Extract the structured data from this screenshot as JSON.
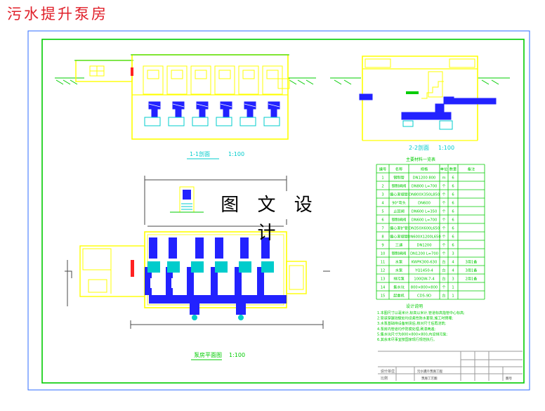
{
  "title": "污水提升泵房",
  "watermark": "图 文 设 计",
  "views": {
    "section_1": {
      "caption": "1-1剖面",
      "scale": "1:100"
    },
    "section_2": {
      "caption": "2-2剖面",
      "scale": "1:100"
    },
    "plan": {
      "caption": "泵房平面图",
      "scale": "1:100"
    }
  },
  "equipment_table": {
    "title": "主要材料一览表",
    "headers": [
      "编号",
      "名称",
      "规格",
      "单位",
      "数量",
      "备注"
    ],
    "rows": [
      [
        "1",
        "钢制管",
        "DN1200 800",
        "m",
        "6",
        ""
      ],
      [
        "2",
        "钢制闸阀",
        "DN800 L=700",
        "个",
        "6",
        ""
      ],
      [
        "3",
        "偏心渐缩管",
        "DN800X350L850",
        "个",
        "6",
        ""
      ],
      [
        "4",
        "90°弯头",
        "DN600",
        "个",
        "6",
        ""
      ],
      [
        "5",
        "止回阀",
        "DN600 L=350",
        "个",
        "6",
        ""
      ],
      [
        "6",
        "钢制闸阀",
        "DN600 L=700",
        "个",
        "6",
        ""
      ],
      [
        "7",
        "偏心渐扩管",
        "DN350X600L650",
        "个",
        "6",
        ""
      ],
      [
        "8",
        "偏心渐缩管",
        "DN600X1200L650",
        "个",
        "6",
        ""
      ],
      [
        "9",
        "三通",
        "DN1200",
        "个",
        "6",
        ""
      ],
      [
        "10",
        "钢制闸阀",
        "DN1200 L=700",
        "个",
        "3",
        ""
      ],
      [
        "11",
        "水泵",
        "KWPK300-630",
        "台",
        "4",
        "3用1备"
      ],
      [
        "12",
        "水泵",
        "YQ1450-4",
        "台",
        "4",
        "3用1备"
      ],
      [
        "13",
        "排污泵",
        "100QW-7-4",
        "台",
        "3",
        "2用1备"
      ],
      [
        "14",
        "集水坑",
        "800×800×800",
        "个",
        "1",
        ""
      ],
      [
        "15",
        "起重机",
        "CD5-9D",
        "台",
        "1",
        ""
      ]
    ]
  },
  "notes": {
    "title": "设计说明",
    "lines": [
      "1.本图尺寸以毫米计,标高以米计,管道标高指管中心标高;",
      "2.管道穿越池壁处均设柔性防水套管,施工时预埋;",
      "3.水泵基础待设备到货后,核对尺寸后再浇筑;",
      "4.泵房内管道均作防腐处理,刷漆两遍;",
      "5.集水坑尺寸为800×800×800,内设排污泵;",
      "6.其余未尽事宜按国家现行规范执行。"
    ]
  },
  "title_block": {
    "rows": [
      [
        "",
        "",
        "",
        "",
        "",
        "",
        ""
      ],
      [
        "",
        "",
        "",
        "",
        "",
        "",
        ""
      ],
      [
        "",
        "",
        "",
        "",
        "",
        "",
        ""
      ]
    ],
    "left_label_1": "设计单位",
    "left_label_2": "比例",
    "mid_label_1": "污水提升泵房工程",
    "mid_label_2": "泵房工艺图",
    "right_label": "图号"
  },
  "colors": {
    "frame": "#00cc00",
    "walls": "#ffff00",
    "pipes": "#2222ff",
    "text": "#ff2222",
    "dims": "#4a4a4a",
    "accent": "#00cccc"
  }
}
